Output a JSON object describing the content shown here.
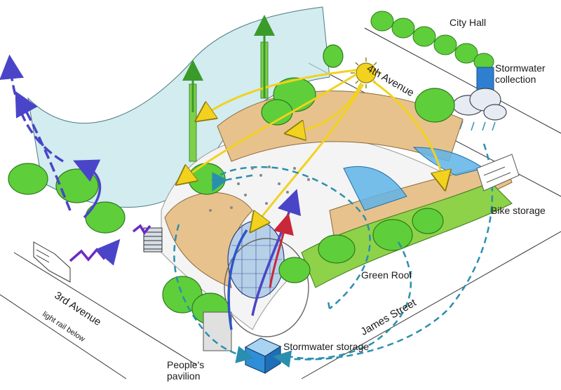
{
  "labels": {
    "city_hall": "City Hall",
    "stormwater_collection": "Stormwater\ncollection",
    "fourth_avenue": "4th Avenue",
    "bike_storage": "Bike storage",
    "green_roof": "Green Roof",
    "james_street": "James Street",
    "stormwater_storage": "Stormwater storage",
    "peoples_pavilion": "People's\npavilion",
    "third_avenue": "3rd Avenue",
    "third_avenue_sub": "light rail below"
  },
  "colors": {
    "tree_green": "#5ecf3a",
    "sun_yellow": "#f2d21e",
    "arrow_purple": "#4a45c8",
    "water_blue": "#1f8fd8",
    "dashed_teal": "#2a8fae",
    "plaza_tan": "#e8c28c",
    "building_cyan": "#bfe4ea",
    "red_arrow": "#c8283a"
  }
}
